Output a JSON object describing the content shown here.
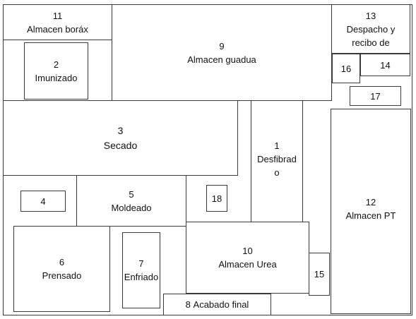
{
  "plan": {
    "zones": {
      "z1": {
        "number": "1",
        "name_line1": "Desfibrad",
        "name_line2": "o"
      },
      "z2": {
        "number": "2",
        "name": "Imunizado"
      },
      "z3": {
        "number": "3",
        "name": "Secado"
      },
      "z4": {
        "number": "4"
      },
      "z5": {
        "number": "5",
        "name": "Moldeado"
      },
      "z6": {
        "number": "6",
        "name": "Prensado"
      },
      "z7": {
        "number": "7",
        "name": "Enfriado"
      },
      "z8": {
        "number": "8",
        "name": "Acabado final"
      },
      "z9": {
        "number": "9",
        "name": "Almacen guadua"
      },
      "z10": {
        "number": "10",
        "name": "Almacen Urea"
      },
      "z11": {
        "number": "11",
        "name": "Almacen boráx"
      },
      "z12": {
        "number": "12",
        "name": "Almacen PT"
      },
      "z13": {
        "number": "13",
        "name_line1": "Despacho y",
        "name_line2": "recibo de"
      },
      "z14": {
        "number": "14"
      },
      "z15": {
        "number": "15"
      },
      "z16": {
        "number": "16"
      },
      "z17": {
        "number": "17"
      },
      "z18": {
        "number": "18"
      }
    }
  }
}
